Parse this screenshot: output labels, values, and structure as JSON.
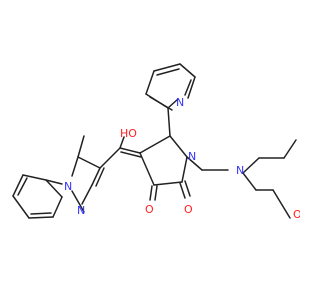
{
  "molecule": {
    "atoms": {
      "N_morpholine": "N",
      "O_morpholine": "O",
      "N_pyridine": "N",
      "N_lactam": "N",
      "O_hydroxyl": "HO",
      "N_pyrazole_1": "N",
      "N_pyrazole_2": "N",
      "O_ketone": "O",
      "O_amide": "O"
    }
  },
  "colors": {
    "bond": "#222222",
    "nitrogen": "#3333ff",
    "oxygen": "#ff2020",
    "background": "#ffffff"
  }
}
